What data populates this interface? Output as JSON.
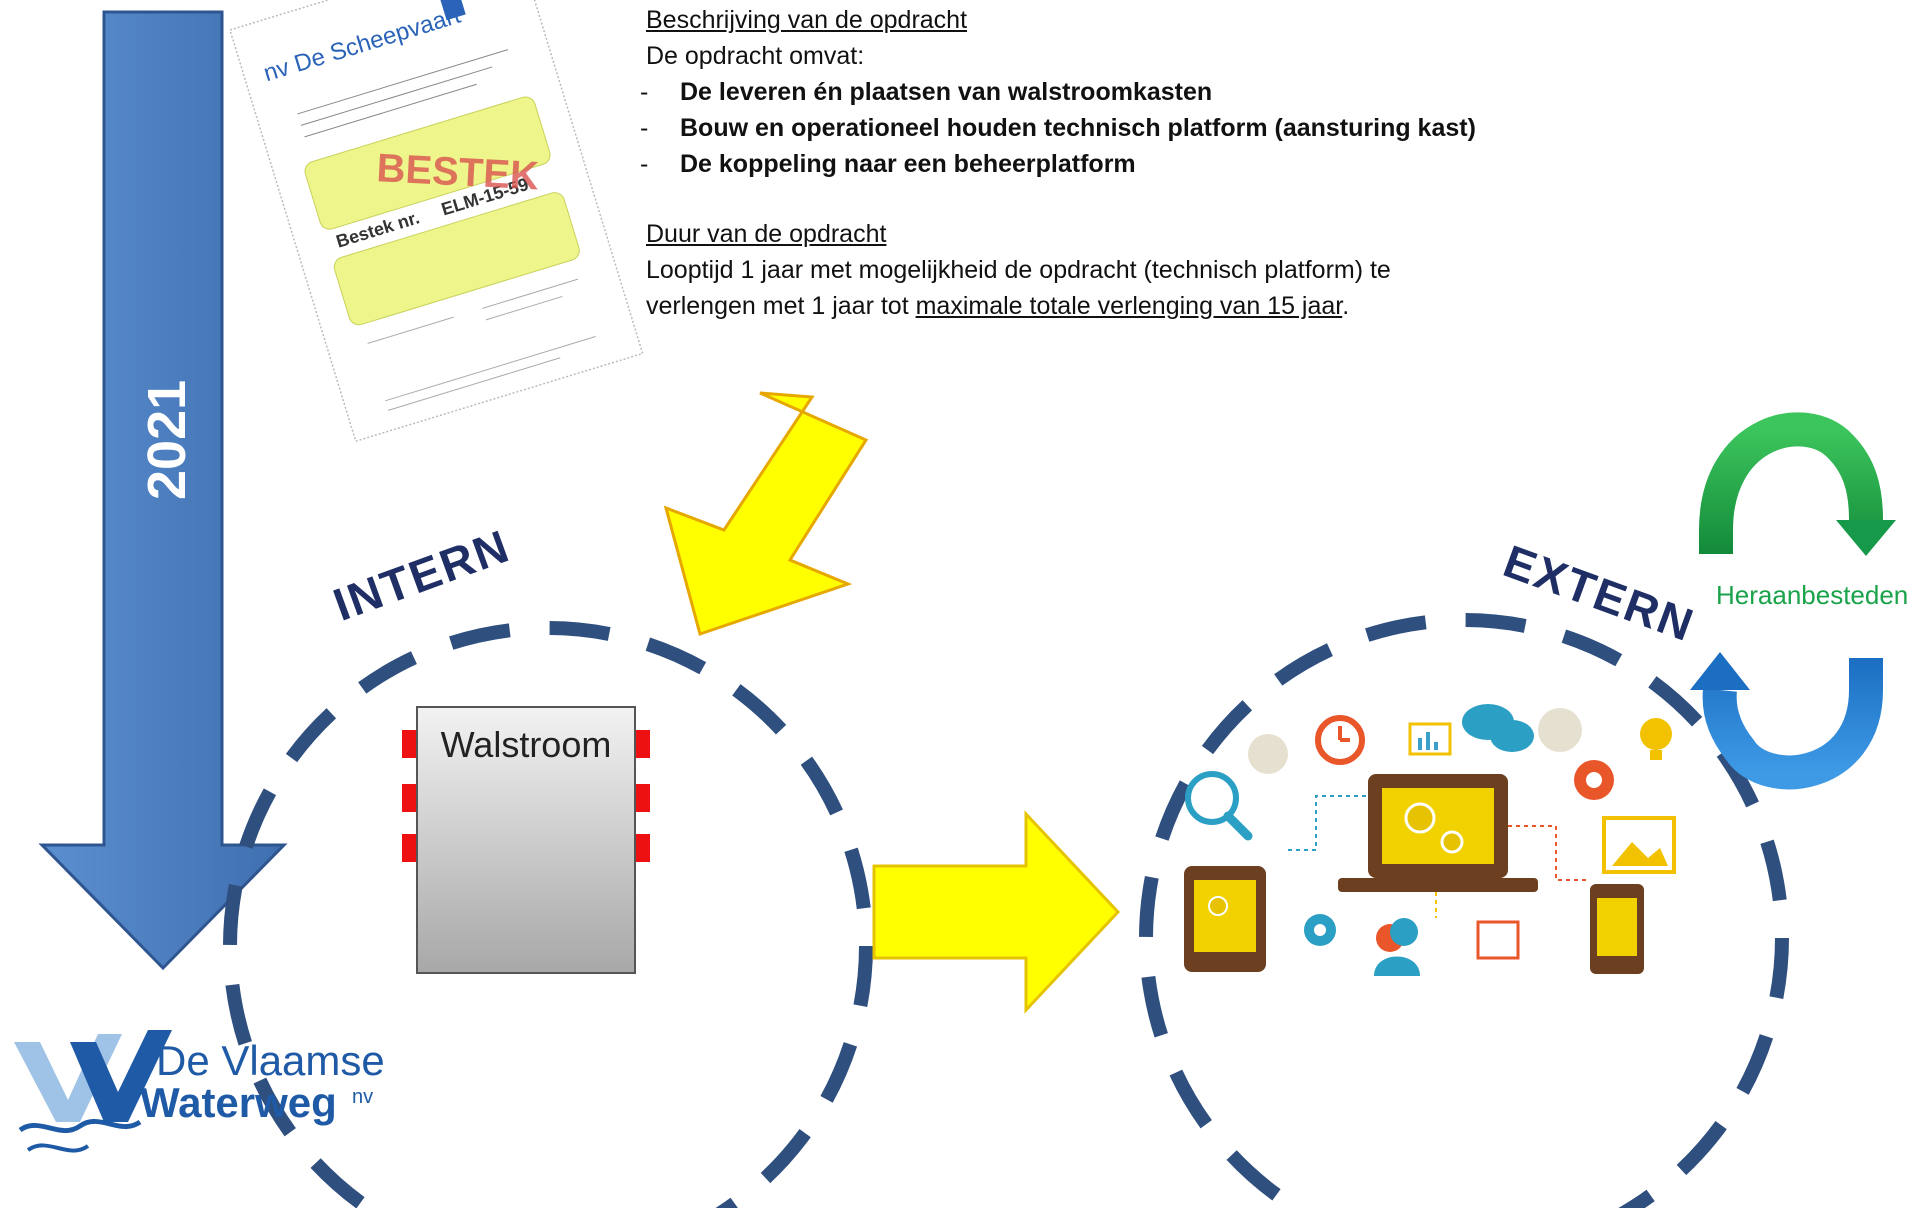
{
  "description": {
    "heading": "Beschrijving van de opdracht",
    "intro": "De opdracht omvat:",
    "items": [
      "De leveren én plaatsen van walstroomkasten",
      "Bouw en operationeel houden technisch platform (aansturing kast)",
      "De koppeling naar een beheerplatform"
    ]
  },
  "duration": {
    "heading": "Duur van de opdracht",
    "line1": "Looptijd 1 jaar met mogelijkheid de opdracht (technisch platform) te",
    "line2_prefix": "verlengen met 1 jaar tot ",
    "line2_underlined": "maximale totale verlenging van 15 jaar",
    "line2_suffix": "."
  },
  "timeline_year": "2021",
  "intern_label": "INTERN",
  "extern_label": "EXTERN",
  "walstroom_label": "Walstroom",
  "reaward_label": "Heraanbesteden",
  "document": {
    "company": "nv De Scheepvaart",
    "stamp": "BESTEK",
    "bestek_nr": "Bestek nr.",
    "code": "ELM-15-59"
  },
  "logo": {
    "line1": "De Vlaamse",
    "line2": "Waterweg",
    "suffix": "nv"
  },
  "colors": {
    "timeline_arrow": "#4f7fbf",
    "yellow_arrow": "#ffff00",
    "dashed_circle": "#2f4f7f",
    "label_navy": "#1f2f66",
    "green_arrow": "#1aa34a",
    "blue_arrow": "#1b6ec2",
    "port_red": "#ee1111"
  }
}
